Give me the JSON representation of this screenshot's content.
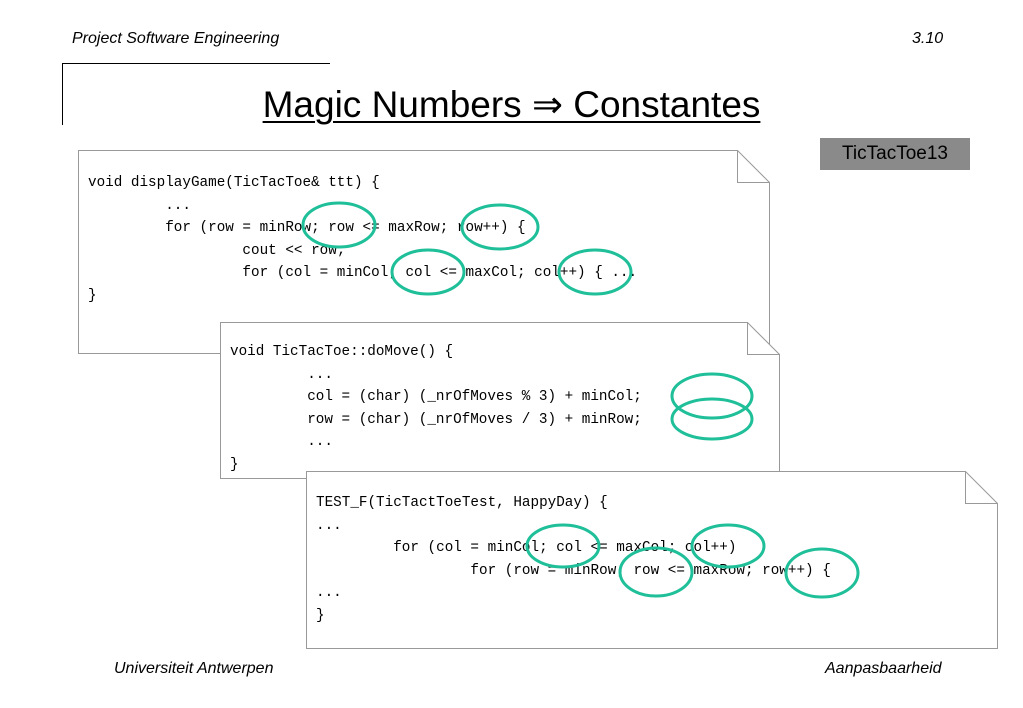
{
  "header": {
    "course": "Project Software Engineering",
    "slide_number": "3.10"
  },
  "title": "Magic Numbers ⇒ Constantes",
  "badge": "TicTacToe13",
  "code_blocks": [
    {
      "lines": [
        "void displayGame(TicTacToe& ttt) {",
        "         ...",
        "         for (row = minRow; row <= maxRow; row++) {",
        "                  cout << row;",
        "                  for (col = minCol; col <= maxCol; col++) { ...",
        "}"
      ]
    },
    {
      "lines": [
        "void TicTacToe::doMove() {",
        "         ...",
        "         col = (char) (_nrOfMoves % 3) + minCol;",
        "         row = (char) (_nrOfMoves / 3) + minRow;",
        "         ...",
        "}"
      ]
    },
    {
      "lines": [
        "TEST_F(TicTactToeTest, HappyDay) {",
        "...",
        "         for (col = minCol; col <= maxCol; col++)",
        "                  for (row = minRow; row <= maxRow; row++) {",
        "...",
        "}"
      ]
    }
  ],
  "footer": {
    "university": "Universiteit Antwerpen",
    "topic": "Aanpasbaarheid"
  },
  "colors": {
    "highlight": "#1fbf99",
    "badge_bg": "#8a8a8a",
    "note_border": "#999999"
  }
}
